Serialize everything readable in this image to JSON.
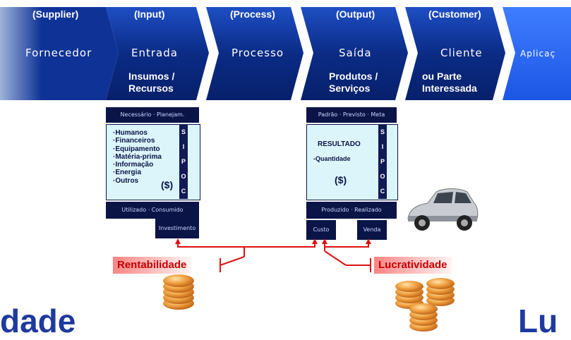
{
  "header": {
    "steps": [
      {
        "tag": "(Supplier)",
        "label": "Fornecedor",
        "sub": []
      },
      {
        "tag": "(Input)",
        "label": "Entrada",
        "sub": [
          "Insumos /",
          "Recursos"
        ]
      },
      {
        "tag": "(Process)",
        "label": "Processo",
        "sub": []
      },
      {
        "tag": "(Output)",
        "label": "Saída",
        "sub": [
          "Produtos /",
          "Serviços"
        ]
      },
      {
        "tag": "(Customer)",
        "label": "Cliente",
        "sub": [
          "ou Parte",
          "Interessada"
        ]
      },
      {
        "tag": "",
        "label": "Aplicaç",
        "sub": []
      }
    ]
  },
  "input_panel": {
    "top_bar": "Necessário · Planejam.",
    "items": [
      "·Humanos",
      "·Financeiros",
      "·Equipamento",
      "·Matéria-prima",
      "·Informação",
      "·Energia",
      "·Outros"
    ],
    "money": "($)",
    "bottom_bar": "Utilizado · Consumido",
    "bottom_small": "Investimento"
  },
  "output_panel": {
    "top_bar": "Padrão · Previsto · Meta",
    "result_title": "RESULTADO",
    "result_item": "-Quantidade",
    "money": "($)",
    "bottom_bar": "Produzido · Realizado",
    "bottom_left": "Custo",
    "bottom_right": "Venda"
  },
  "sipoc": [
    "S",
    "I",
    "P",
    "O",
    "C"
  ],
  "labels": {
    "rentabilidade": "Rentabilidade",
    "lucratividade": "Lucratividade"
  },
  "bottom_words": {
    "left": "dade",
    "right": "Lu"
  },
  "colors": {
    "chevron_blue": "#0f3296",
    "navy": "#0a1447",
    "cyan_box": "#dcf5fb",
    "red": "#c40000",
    "big_text": "#1f3a9e"
  }
}
